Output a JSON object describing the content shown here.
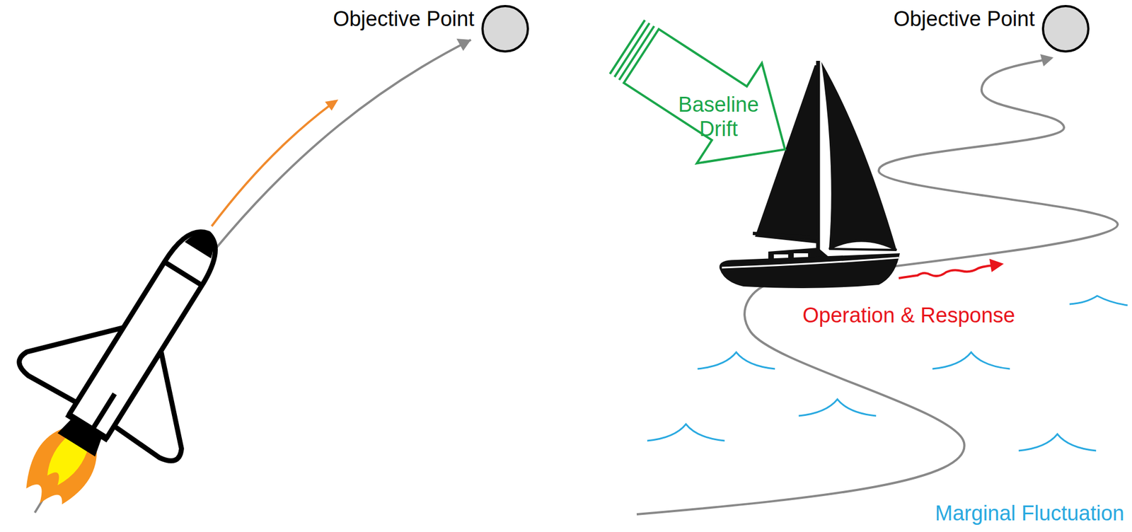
{
  "diagram": {
    "nodes": [
      {
        "text": [
          "Objective Point"
        ]
      },
      {
        "text": [
          "Objective Point"
        ]
      },
      {
        "text": [
          "Baseline Drift"
        ]
      }
    ],
    "labels": [
      "Operation & Response",
      "Marginal Fluctuation"
    ]
  }
}
